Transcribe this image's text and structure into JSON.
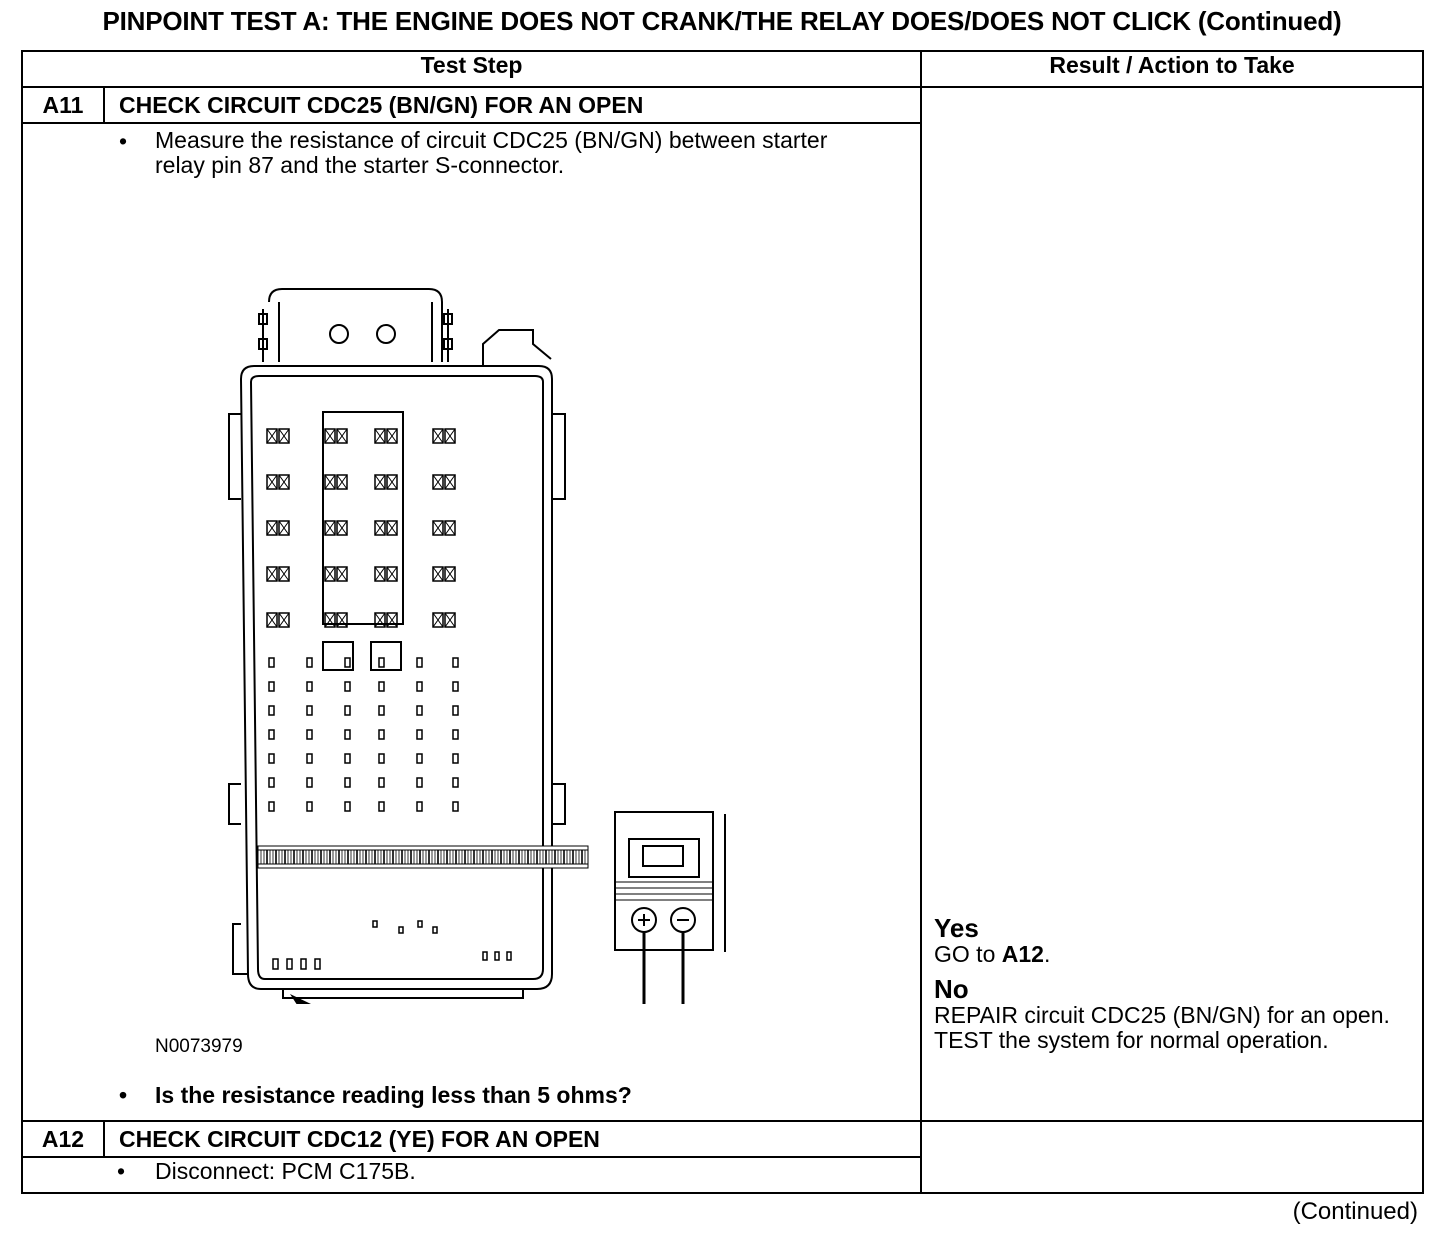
{
  "title": "PINPOINT TEST  A: THE ENGINE DOES NOT CRANK/THE RELAY DOES/DOES NOT CLICK (Continued)",
  "table": {
    "col_step": "Test Step",
    "col_result": "Result / Action to Take"
  },
  "steps": [
    {
      "id": "A11",
      "heading": "CHECK CIRCUIT CDC25 (BN/GN) FOR AN OPEN",
      "instruction": "Measure the resistance of circuit CDC25 (BN/GN) between starter relay pin 87 and the starter S-connector.",
      "figure_id": "N0073979",
      "question": "Is the resistance reading less than 5 ohms?",
      "yes_label": "Yes",
      "yes_prefix": "GO to ",
      "yes_target": "A12",
      "yes_suffix": ".",
      "no_label": "No",
      "no_text": "REPAIR circuit CDC25 (BN/GN) for an open. TEST the system for normal operation."
    },
    {
      "id": "A12",
      "heading": "CHECK CIRCUIT CDC12 (YE) FOR AN OPEN",
      "instruction": "Disconnect: PCM C175B."
    }
  ],
  "bullet": "•",
  "continued": "(Continued)"
}
